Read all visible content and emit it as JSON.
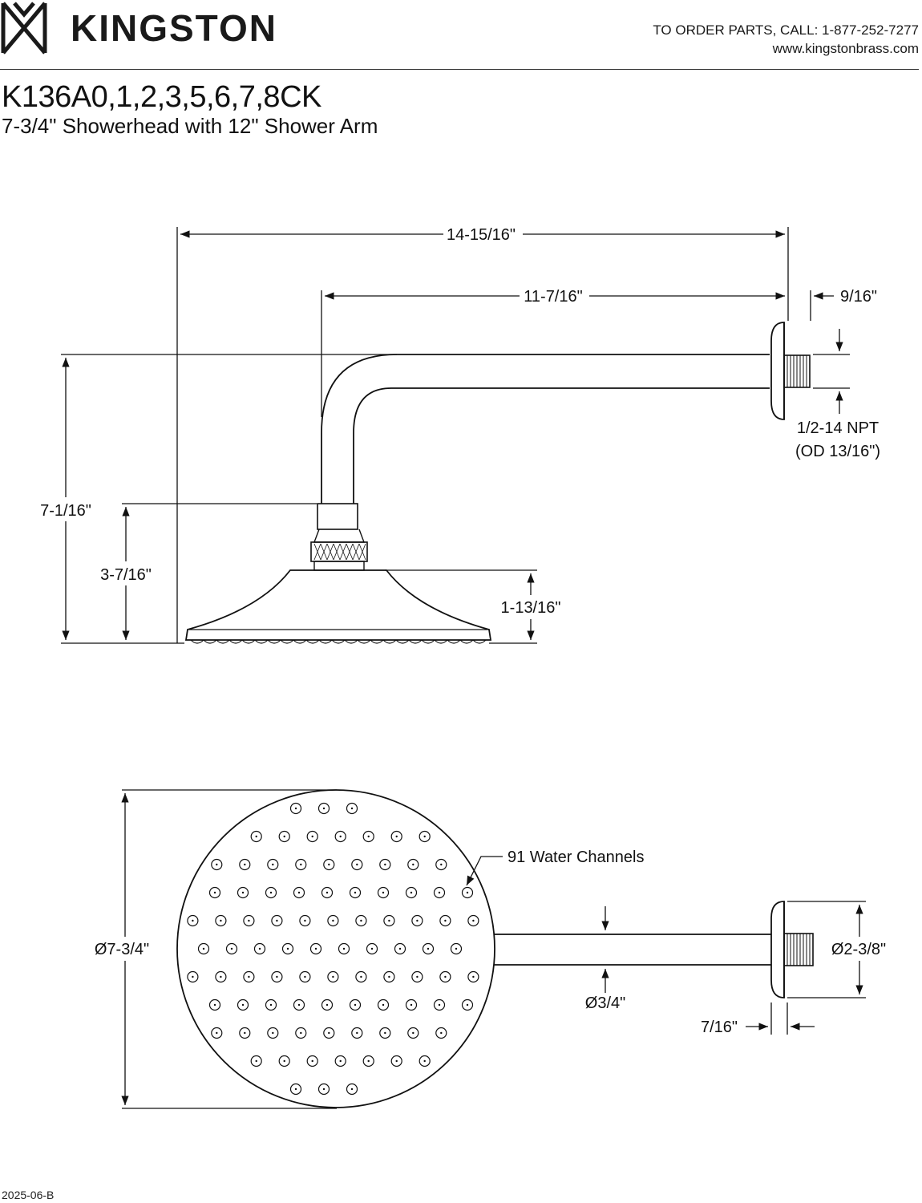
{
  "header": {
    "brand": "KINGSTON",
    "order_line": "TO ORDER PARTS, CALL: 1-877-252-7277",
    "website": "www.kingstonbrass.com"
  },
  "title": {
    "model": "K136A0,1,2,3,5,6,7,8CK",
    "description": "7-3/4\" Showerhead with 12\" Shower Arm"
  },
  "side_view": {
    "overall_length": "14-15/16\"",
    "arm_length": "11-7/16\"",
    "flange_depth": "9/16\"",
    "thread_spec": "1/2-14 NPT",
    "thread_od": "(OD 13/16\")",
    "overall_height": "7-1/16\"",
    "head_height": "3-7/16\"",
    "head_body_height": "1-13/16\""
  },
  "front_view": {
    "head_diameter": "Ø7-3/4\"",
    "water_channels": "91 Water Channels",
    "arm_diameter": "Ø3/4\"",
    "flange_diameter": "Ø2-3/8\"",
    "flange_thickness": "7/16\""
  },
  "footer": {
    "revision": "2025-06-B"
  }
}
